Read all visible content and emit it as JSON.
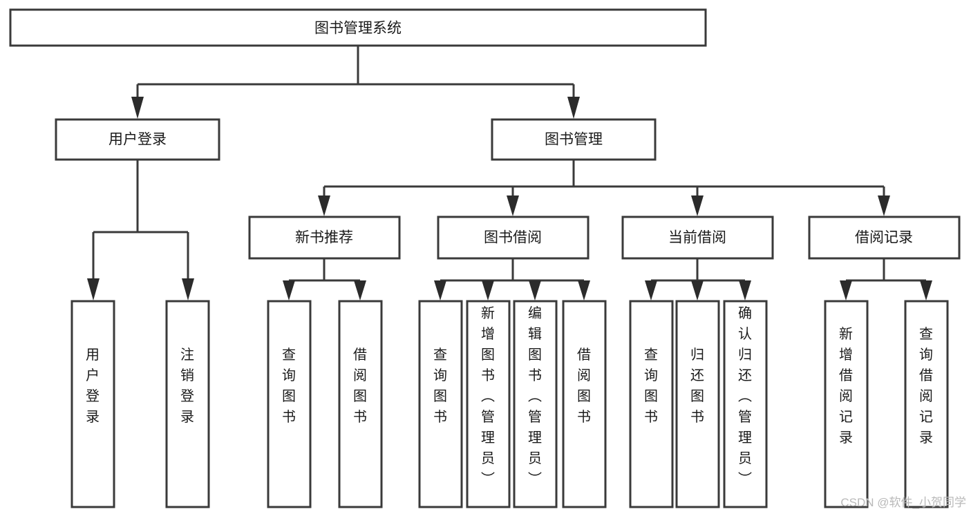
{
  "diagram": {
    "type": "hierarchy-tree",
    "title": "图书管理系统",
    "root": {
      "id": "root",
      "label": "图书管理系统",
      "orientation": "horizontal"
    },
    "level1": [
      {
        "id": "user-login",
        "label": "用户登录",
        "orientation": "horizontal"
      },
      {
        "id": "book-manage",
        "label": "图书管理",
        "orientation": "horizontal"
      }
    ],
    "level2": [
      {
        "id": "new-book-recommend",
        "label": "新书推荐",
        "parent": "book-manage",
        "orientation": "horizontal"
      },
      {
        "id": "book-borrow",
        "label": "图书借阅",
        "parent": "book-manage",
        "orientation": "horizontal"
      },
      {
        "id": "current-borrow",
        "label": "当前借阅",
        "parent": "book-manage",
        "orientation": "horizontal"
      },
      {
        "id": "borrow-record",
        "label": "借阅记录",
        "parent": "book-manage",
        "orientation": "horizontal"
      }
    ],
    "leaves": [
      {
        "id": "leaf-user-login",
        "label": "用户登录",
        "parent": "user-login",
        "orientation": "vertical"
      },
      {
        "id": "leaf-logout-login",
        "label": "注销登录",
        "parent": "user-login",
        "orientation": "vertical"
      },
      {
        "id": "leaf-query-book-1",
        "label": "查询图书",
        "parent": "new-book-recommend",
        "orientation": "vertical"
      },
      {
        "id": "leaf-borrow-book-1",
        "label": "借阅图书",
        "parent": "new-book-recommend",
        "orientation": "vertical"
      },
      {
        "id": "leaf-query-book-2",
        "label": "查询图书",
        "parent": "book-borrow",
        "orientation": "vertical"
      },
      {
        "id": "leaf-add-book",
        "label": "新增图书（管理员）",
        "parent": "book-borrow",
        "orientation": "vertical"
      },
      {
        "id": "leaf-edit-book",
        "label": "编辑图书（管理员）",
        "parent": "book-borrow",
        "orientation": "vertical"
      },
      {
        "id": "leaf-borrow-book-2",
        "label": "借阅图书",
        "parent": "book-borrow",
        "orientation": "vertical"
      },
      {
        "id": "leaf-query-book-3",
        "label": "查询图书",
        "parent": "current-borrow",
        "orientation": "vertical"
      },
      {
        "id": "leaf-return-book",
        "label": "归还图书",
        "parent": "current-borrow",
        "orientation": "vertical"
      },
      {
        "id": "leaf-confirm-return",
        "label": "确认归还（管理员）",
        "parent": "current-borrow",
        "orientation": "vertical"
      },
      {
        "id": "leaf-add-record",
        "label": "新增借阅记录",
        "parent": "borrow-record",
        "orientation": "vertical"
      },
      {
        "id": "leaf-query-record",
        "label": "查询借阅记录",
        "parent": "borrow-record",
        "orientation": "vertical"
      }
    ]
  },
  "watermark": {
    "text": "CSDN @软件_小贺同学"
  },
  "colors": {
    "stroke": "#3a3a3a",
    "arrow": "#2b2b2b",
    "text": "#1a1a1a",
    "background": "#ffffff",
    "watermark": "#b9b9b9"
  }
}
